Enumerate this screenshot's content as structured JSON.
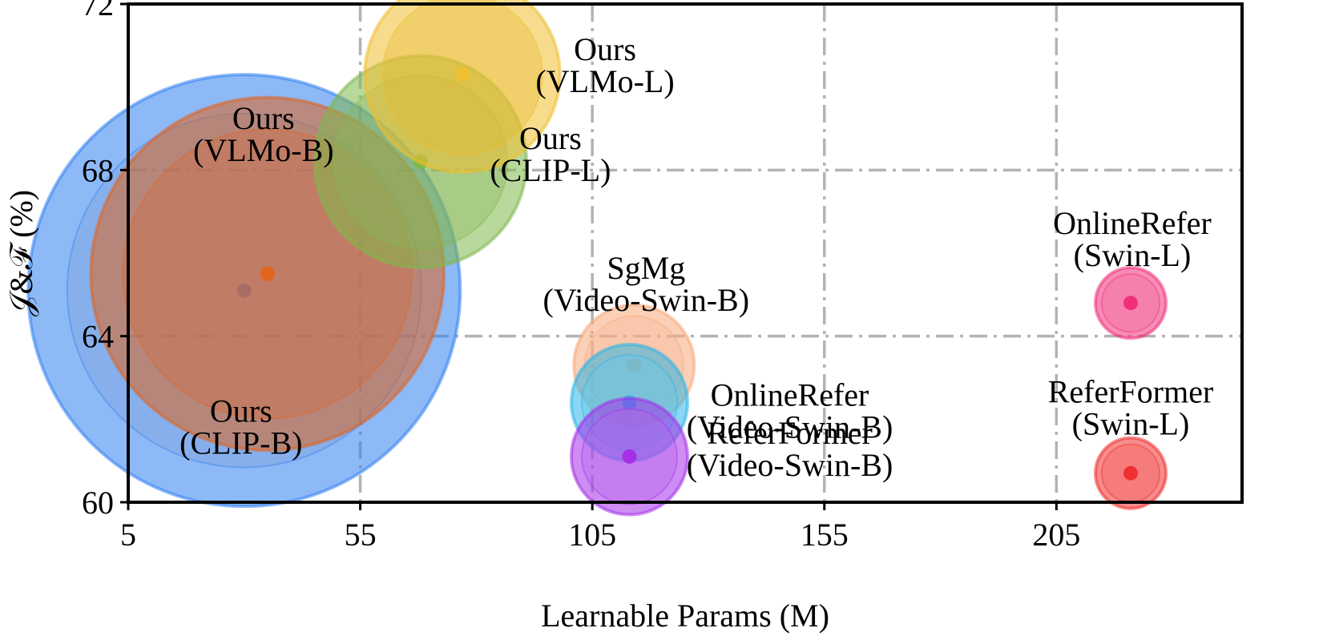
{
  "chart_data": {
    "type": "scatter",
    "xlabel": "Learnable Params (M)",
    "ylabel": "𝒥&ℱ (%)",
    "xlim": [
      5,
      245
    ],
    "ylim": [
      60,
      72
    ],
    "xticks": [
      "5",
      "55",
      "105",
      "155",
      "205"
    ],
    "yticks": [
      "60",
      "64",
      "68",
      "72"
    ],
    "grid": true,
    "points": [
      {
        "name": "Ours",
        "sub": "(CLIP-B)",
        "x": 30,
        "y": 65.1,
        "color": "#2f7ff0",
        "inner": "#7a9fd8",
        "r": 5.2
      },
      {
        "name": "Ours",
        "sub": "(VLMo-B)",
        "x": 35,
        "y": 65.5,
        "color": "#e0651f",
        "inner": "#d46a3c",
        "r": 4.25
      },
      {
        "name": "Ours",
        "sub": "(CLIP-L)",
        "x": 68,
        "y": 68.2,
        "color": "#7fb84a",
        "inner": "#8ab55e",
        "r": 2.55
      },
      {
        "name": "Ours",
        "sub": "(VLMo-L)",
        "x": 77,
        "y": 70.3,
        "color": "#f0c030",
        "inner": "#e5b82d",
        "r": 2.35
      },
      {
        "name": "SgMg",
        "sub": "(Video-Swin-B)",
        "x": 114,
        "y": 63.3,
        "color": "#f7a97a",
        "inner": "#f5b897",
        "r": 1.45
      },
      {
        "name": "OnlineRefer",
        "sub": "(Video-Swin-B)",
        "x": 113,
        "y": 62.4,
        "color": "#2bb5e8",
        "inner": "#5fcbee",
        "r": 1.4
      },
      {
        "name": "ReferFormer",
        "sub": "(Video-Swin-B)",
        "x": 113,
        "y": 61.1,
        "color": "#a430e8",
        "inner": "#b664ea",
        "r": 1.4
      },
      {
        "name": "OnlineRefer",
        "sub": "(Swin-L)",
        "x": 221,
        "y": 64.8,
        "color": "#f0307a",
        "inner": "#f36a9f",
        "r": 0.85
      },
      {
        "name": "ReferFormer",
        "sub": "(Swin-L)",
        "x": 221,
        "y": 60.7,
        "color": "#f03030",
        "inner": "#f35f5f",
        "r": 0.85
      }
    ]
  }
}
